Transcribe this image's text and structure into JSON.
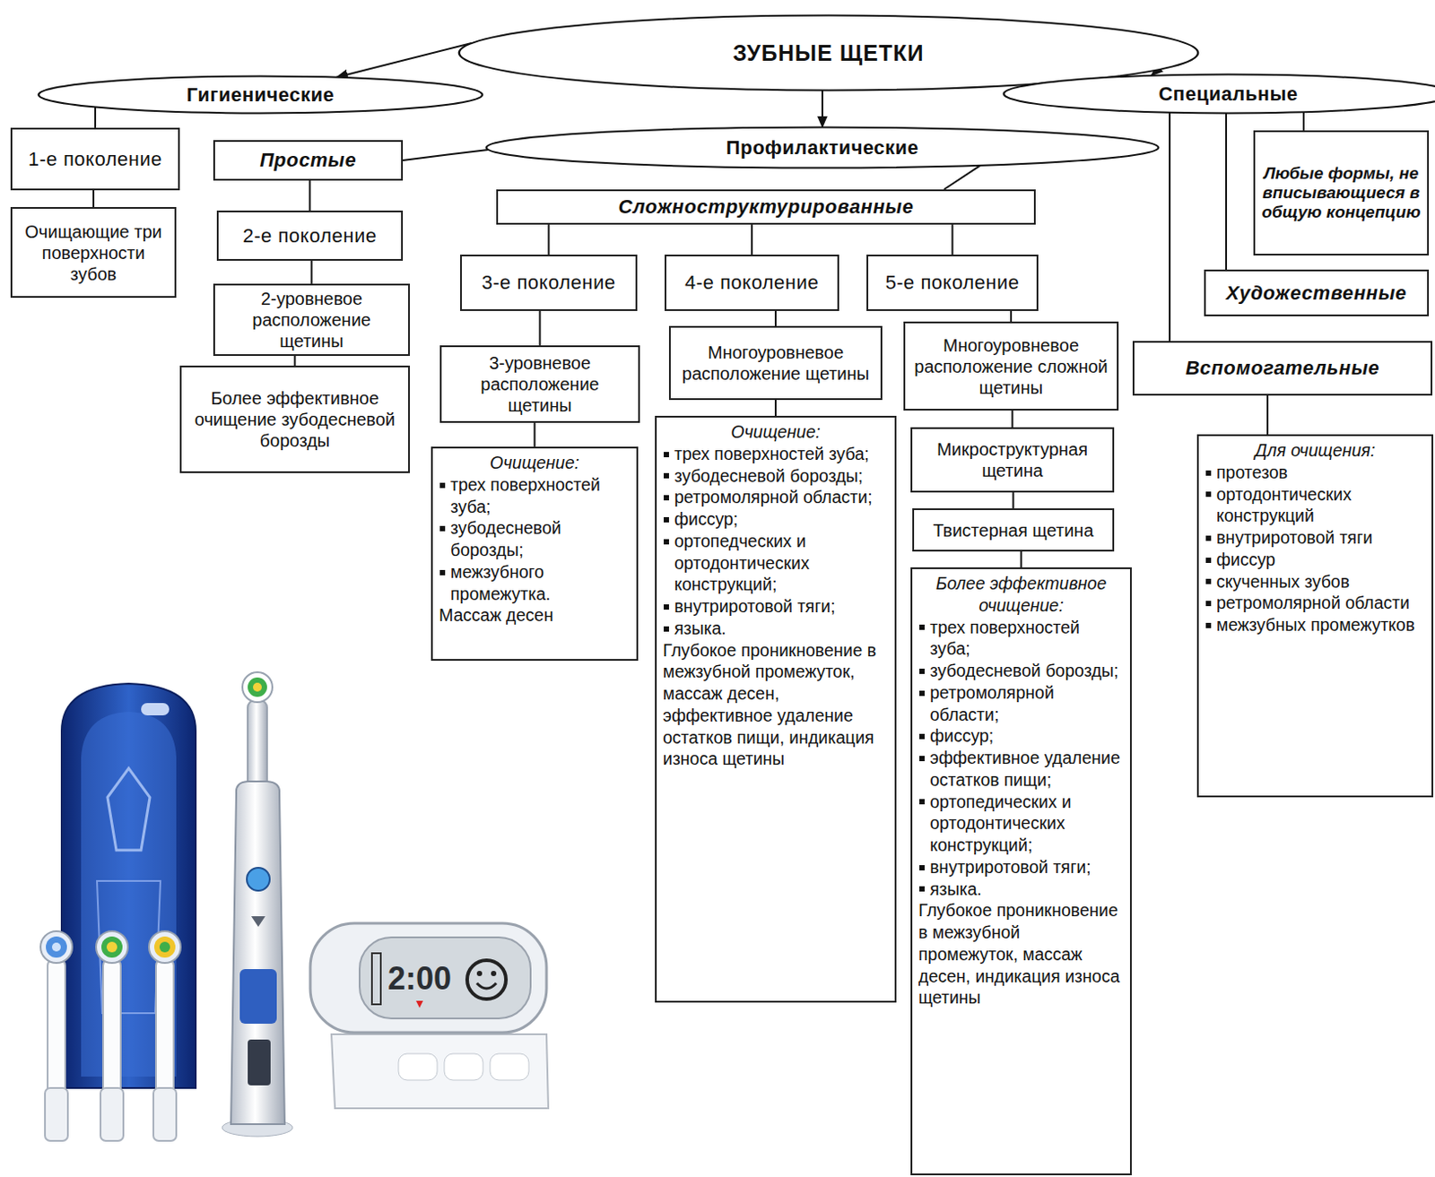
{
  "diagram": {
    "nodes": [
      {
        "text": [
          "ЗУБНЫЕ ЩЕТКИ"
        ]
      },
      {
        "text": [
          "Гигиенические"
        ]
      },
      {
        "text": [
          "Специальные"
        ]
      },
      {
        "text": [
          "1-е поколение"
        ]
      },
      {
        "text": [
          "Очищающие три поверхности зубов"
        ]
      },
      {
        "text": [
          "Простые"
        ]
      },
      {
        "text": [
          "Профилактические"
        ]
      },
      {
        "text": [
          "Любые формы, не вписывающиеся в общую концепцию"
        ]
      },
      {
        "text": [
          "Сложноструктурированные"
        ]
      },
      {
        "text": [
          "2-е поколение"
        ]
      },
      {
        "text": [
          "3-е поколение"
        ]
      },
      {
        "text": [
          "4-е поколение"
        ]
      },
      {
        "text": [
          "5-е поколение"
        ]
      },
      {
        "text": [
          "Художественные"
        ]
      },
      {
        "text": [
          "2-уровневое расположение щетины"
        ]
      },
      {
        "text": [
          "Многоуровневое расположение щетины"
        ]
      },
      {
        "text": [
          "Многоуровневое расположение сложной щетины"
        ]
      },
      {
        "text": [
          "Вспомогательные"
        ]
      },
      {
        "text": [
          "3-уровневое расположение щетины"
        ]
      },
      {
        "text": [
          "Более эффективное очищение зубодесневой борозды"
        ]
      },
      {
        "text": [
          "Микроструктурная щетина"
        ]
      },
      {
        "text": [
          "Очищение:",
          "трех поверхностей зуба;",
          "зубодесневой борозды;",
          "межзубного промежутка.",
          "Массаж десен"
        ]
      },
      {
        "text": [
          "Очищение:",
          "трех поверхностей зуба;",
          "зубодесневой борозды;",
          "ретромолярной области;",
          "фиссур;",
          "ортопедческих и ортодонтических конструкций;",
          "внутриротовой тяги;",
          "языка.",
          "Глубокое проникновение в межзубной промежуток, массаж десен, эффективное удаление остатков пищи, индикация износа щетины"
        ]
      },
      {
        "text": [
          "Твистерная щетина"
        ]
      },
      {
        "text": [
          "Более эффективное очищение:",
          "трех поверхностей зуба;",
          "зубодесневой борозды;",
          "ретромолярной области;",
          "фиссур;",
          "эффективное удаление остатков пищи;",
          "ортопедических и ортодонтических конструкций;",
          "внутриротовой тяги;",
          "языка.",
          "Глубокое проникновение в межзубной промежуток, массаж десен, индикация износа щетины"
        ]
      },
      {
        "text": [
          "Для очищения:",
          "протезов",
          "ортодонтических конструкций",
          "внутриротовой тяги",
          "фиссур",
          "скученных зубов",
          "ретромолярной области",
          "межзубных промежутков"
        ]
      }
    ],
    "edges": [
      {
        "from": 0,
        "to": 1,
        "arrow": "to"
      },
      {
        "from": 0,
        "to": 6,
        "arrow": "to"
      },
      {
        "from": 0,
        "to": 2,
        "arrow": "to"
      },
      {
        "from": 1,
        "to": 3,
        "arrow": "none"
      },
      {
        "from": 3,
        "to": 4,
        "arrow": "none"
      },
      {
        "from": 6,
        "to": 5,
        "arrow": "none"
      },
      {
        "from": 6,
        "to": 8,
        "arrow": "none"
      },
      {
        "from": 5,
        "to": 9,
        "arrow": "none"
      },
      {
        "from": 9,
        "to": 14,
        "arrow": "none"
      },
      {
        "from": 14,
        "to": 19,
        "arrow": "none"
      },
      {
        "from": 8,
        "to": 10,
        "arrow": "none"
      },
      {
        "from": 8,
        "to": 11,
        "arrow": "none"
      },
      {
        "from": 8,
        "to": 12,
        "arrow": "none"
      },
      {
        "from": 10,
        "to": 18,
        "arrow": "none"
      },
      {
        "from": 18,
        "to": 21,
        "arrow": "none"
      },
      {
        "from": 11,
        "to": 15,
        "arrow": "none"
      },
      {
        "from": 15,
        "to": 22,
        "arrow": "none"
      },
      {
        "from": 12,
        "to": 16,
        "arrow": "none"
      },
      {
        "from": 16,
        "to": 20,
        "arrow": "none"
      },
      {
        "from": 20,
        "to": 23,
        "arrow": "none"
      },
      {
        "from": 23,
        "to": 24,
        "arrow": "none"
      },
      {
        "from": 2,
        "to": 17,
        "arrow": "none"
      },
      {
        "from": 2,
        "to": 13,
        "arrow": "none"
      },
      {
        "from": 2,
        "to": 7,
        "arrow": "none"
      },
      {
        "from": 17,
        "to": 25,
        "arrow": "none"
      }
    ],
    "labels": [
      "2:00"
    ]
  }
}
